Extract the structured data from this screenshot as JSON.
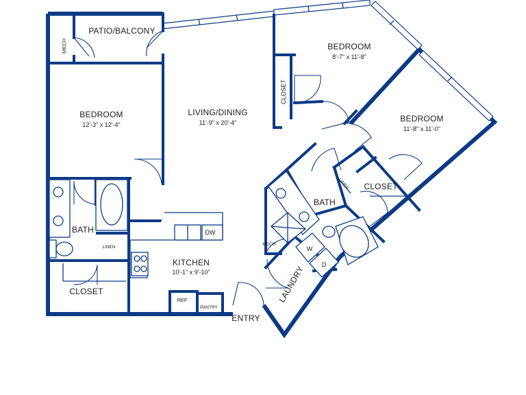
{
  "colors": {
    "wall": "#0c3a85",
    "text": "#1b1b1b",
    "background": "#ffffff"
  },
  "rooms": {
    "mech_top": "MECH",
    "patio": "PATIO/BALCONY",
    "bedroom_left": {
      "name": "BEDROOM",
      "dims": "12'-3\" x 12'-4\""
    },
    "living": {
      "name": "LIVING/DINING",
      "dims": "11'-9\" x 20'-4\""
    },
    "bedroom_top": {
      "name": "BEDROOM",
      "dims": "8'-7\" x 11'-8\""
    },
    "closet_top": "CLOSET",
    "bedroom_right": {
      "name": "BEDROOM",
      "dims": "11'-8\" x 11'-0\""
    },
    "linen_right": "LINEN",
    "closet_right": "CLOSET",
    "bath_right": "BATH",
    "bath_left": "BATH",
    "linen_left": "LINEN",
    "closet_left": "CLOSET",
    "kitchen": {
      "name": "KITCHEN",
      "dims": "10'-1\" x 9'-10\""
    },
    "dw": "DW",
    "ref": "REF",
    "pantry": "PANTRY",
    "mech_mid": "MECH",
    "washer": "W",
    "dryer": "D",
    "laundry": "LAUNDRY",
    "entry": "ENTRY"
  }
}
